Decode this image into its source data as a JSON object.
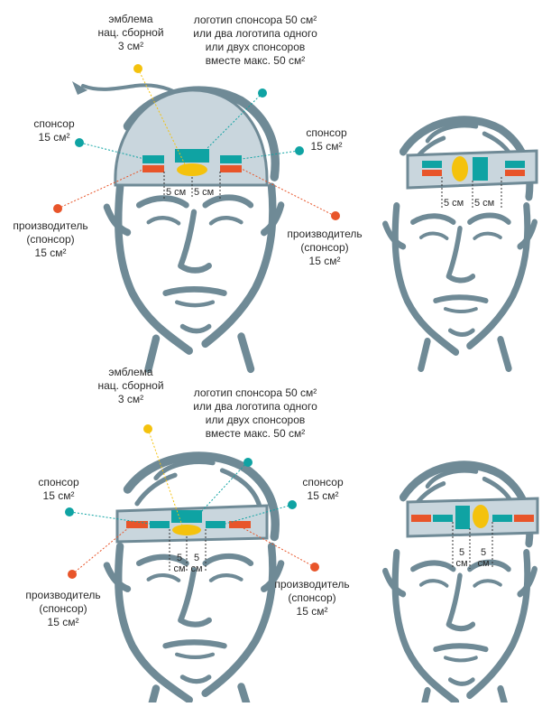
{
  "colors": {
    "face": "#6f8a96",
    "band": "#c9d6dd",
    "teal": "#0fa3a3",
    "orange": "#e8552a",
    "yellow": "#f4c20d",
    "text": "#2a2a2a"
  },
  "diagrams": [
    {
      "id": "cap-front",
      "labels": {
        "emblem": [
          "эмблема",
          "нац. сборной",
          "3 см²"
        ],
        "main_sponsor": [
          "логотип спонсора 50 см²",
          "или два логотипа одного",
          "или двух спонсоров",
          "вместе макс. 50 см²"
        ],
        "sponsor_left": [
          "спонсор",
          "15 см²"
        ],
        "sponsor_right": [
          "спонсор",
          "15 см²"
        ],
        "maker_left": [
          "производитель",
          "(спонсор)",
          "15 см²"
        ],
        "maker_right": [
          "производитель",
          "(спонсор)",
          "15 см²"
        ]
      },
      "dims": [
        "5 см",
        "5 см"
      ]
    },
    {
      "id": "band-back",
      "dims": [
        "5 см",
        "5 см"
      ]
    },
    {
      "id": "band-front",
      "labels": {
        "emblem": [
          "эмблема",
          "нац. сборной",
          "3 см²"
        ],
        "main_sponsor": [
          "логотип спонсора 50 см²",
          "или два логотипа одного",
          "или двух спонсоров",
          "вместе макс. 50 см²"
        ],
        "sponsor_left": [
          "спонсор",
          "15 см²"
        ],
        "sponsor_right": [
          "спонсор",
          "15 см²"
        ],
        "maker_left": [
          "производитель",
          "(спонсор)",
          "15 см²"
        ],
        "maker_right": [
          "производитель",
          "(спонсор)",
          "15 см²"
        ]
      },
      "dims": [
        "5",
        "см",
        "5",
        "см"
      ]
    },
    {
      "id": "band-back-2",
      "dims": [
        "5",
        "см",
        "5",
        "см"
      ]
    }
  ]
}
